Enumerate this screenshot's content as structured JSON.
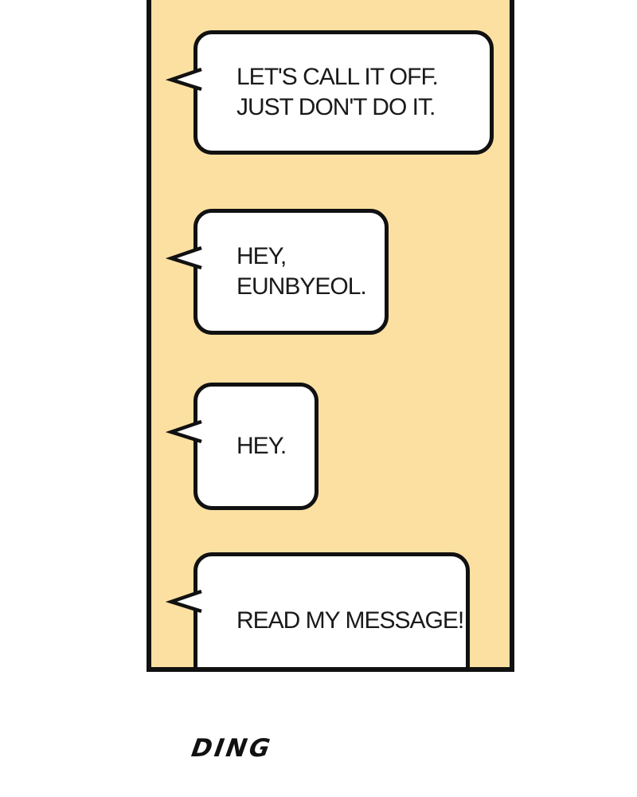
{
  "colors": {
    "page_background": "#FFFFFF",
    "panel_background": "#FBE0A2",
    "outline": "#111111",
    "bubble_background": "#FFFFFF",
    "text": "#1A1A1A"
  },
  "panel": {
    "messages": [
      {
        "lines": [
          "LET'S CALL IT OFF.",
          "JUST DON'T DO IT."
        ]
      },
      {
        "lines": [
          "HEY,",
          "EUNBYEOL."
        ]
      },
      {
        "lines": [
          "HEY."
        ]
      },
      {
        "lines": [
          "READ MY MESSAGE!"
        ]
      }
    ]
  },
  "sfx": {
    "text": "DING"
  }
}
